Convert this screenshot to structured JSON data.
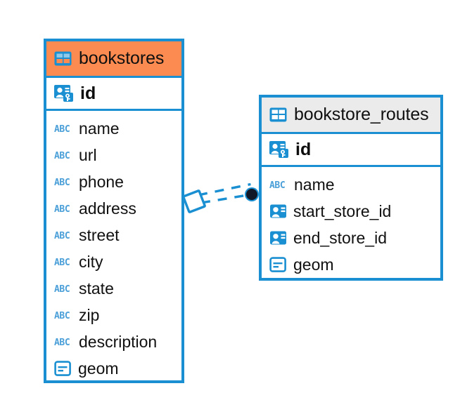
{
  "diagram": {
    "type": "entity-relationship-diagram",
    "background": "#ffffff",
    "accent_color": "#1a8fd1",
    "selected_color": "#fb8b50",
    "header_plain_color": "#ebebeb"
  },
  "entities": [
    {
      "name": "bookstores",
      "selected": true,
      "header_icon": "table-icon",
      "primary_key": {
        "label": "id",
        "icon": "primary-key-icon"
      },
      "fields": [
        {
          "label": "name",
          "icon": "text-field-icon"
        },
        {
          "label": "url",
          "icon": "text-field-icon"
        },
        {
          "label": "phone",
          "icon": "text-field-icon"
        },
        {
          "label": "address",
          "icon": "text-field-icon"
        },
        {
          "label": "street",
          "icon": "text-field-icon"
        },
        {
          "label": "city",
          "icon": "text-field-icon"
        },
        {
          "label": "state",
          "icon": "text-field-icon"
        },
        {
          "label": "zip",
          "icon": "text-field-icon"
        },
        {
          "label": "description",
          "icon": "text-field-icon"
        },
        {
          "label": "geom",
          "icon": "geometry-field-icon"
        }
      ]
    },
    {
      "name": "bookstore_routes",
      "selected": false,
      "header_icon": "table-icon",
      "primary_key": {
        "label": "id",
        "icon": "primary-key-icon"
      },
      "fields": [
        {
          "label": "name",
          "icon": "text-field-icon"
        },
        {
          "label": "start_store_id",
          "icon": "foreign-key-icon"
        },
        {
          "label": "end_store_id",
          "icon": "foreign-key-icon"
        },
        {
          "label": "geom",
          "icon": "geometry-field-icon"
        }
      ]
    }
  ],
  "relationship": {
    "from": "bookstores",
    "to": "bookstore_routes",
    "line_style": "dashed",
    "line_color": "#1a8fd1",
    "source_marker": "many-diamond-marker",
    "target_marker": "one-filled-circle-marker",
    "target_marker_color": "#101828"
  }
}
